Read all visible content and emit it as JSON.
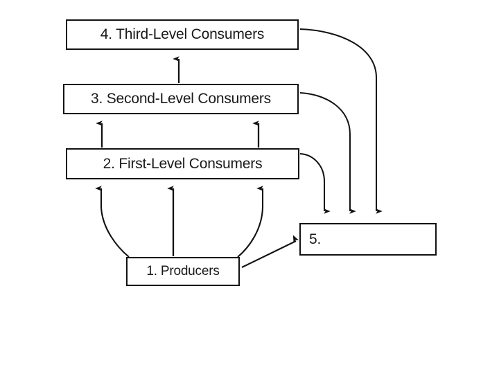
{
  "diagram": {
    "title": "Energy flow / food chain trophic level diagram",
    "background_color": "#ffffff",
    "line_color": "#111111",
    "text_color": "#1a1a1a",
    "nodes": [
      {
        "id": "producers",
        "number": "1.",
        "label": "1. Producers"
      },
      {
        "id": "first_level_consumers",
        "number": "2.",
        "label": "2. First-Level Consumers"
      },
      {
        "id": "second_level_consumers",
        "number": "3.",
        "label": "3. Second-Level Consumers"
      },
      {
        "id": "third_level_consumers",
        "number": "4.",
        "label": "4. Third-Level Consumers"
      },
      {
        "id": "decomposers",
        "number": "5.",
        "label": "5."
      }
    ],
    "edges": [
      {
        "id": "producers-to-first-left",
        "from": "producers",
        "to": "first_level_consumers",
        "style": "curved",
        "arrowhead": "up"
      },
      {
        "id": "producers-to-first-center",
        "from": "producers",
        "to": "first_level_consumers",
        "style": "straight",
        "arrowhead": "up"
      },
      {
        "id": "producers-to-first-right",
        "from": "producers",
        "to": "first_level_consumers",
        "style": "curved",
        "arrowhead": "up"
      },
      {
        "id": "first-to-second-left",
        "from": "first_level_consumers",
        "to": "second_level_consumers",
        "style": "straight",
        "arrowhead": "up"
      },
      {
        "id": "first-to-second-right",
        "from": "first_level_consumers",
        "to": "second_level_consumers",
        "style": "straight",
        "arrowhead": "up"
      },
      {
        "id": "second-to-third",
        "from": "second_level_consumers",
        "to": "third_level_consumers",
        "style": "straight",
        "arrowhead": "up"
      },
      {
        "id": "producers-to-decomposers",
        "from": "producers",
        "to": "decomposers",
        "style": "straight",
        "arrowhead": "diagonal-up-right"
      },
      {
        "id": "first-to-decomposers",
        "from": "first_level_consumers",
        "to": "decomposers",
        "style": "curved",
        "arrowhead": "down"
      },
      {
        "id": "second-to-decomposers",
        "from": "second_level_consumers",
        "to": "decomposers",
        "style": "curved",
        "arrowhead": "down"
      },
      {
        "id": "third-to-decomposers",
        "from": "third_level_consumers",
        "to": "decomposers",
        "style": "curved",
        "arrowhead": "down"
      }
    ]
  }
}
